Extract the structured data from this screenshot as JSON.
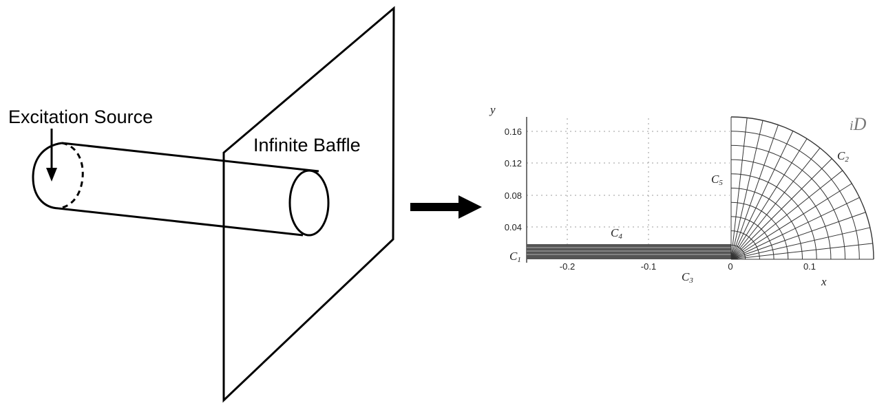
{
  "left_figure": {
    "source_label": "Excitation Source",
    "baffle_label": "Infinite Baffle"
  },
  "right_figure": {
    "y_axis_label": "y",
    "x_axis_label": "x",
    "y_ticks": [
      "0.16",
      "0.12",
      "0.08",
      "0.04"
    ],
    "x_ticks": [
      "-0.2",
      "-0.1",
      "0",
      "0.1"
    ],
    "domain_label": "D",
    "domain_prefix": "i",
    "curve_labels": {
      "c1": {
        "letter": "C",
        "sub": "1"
      },
      "c2": {
        "letter": "C",
        "sub": "2"
      },
      "c3": {
        "letter": "C",
        "sub": "3"
      },
      "c4": {
        "letter": "C",
        "sub": "4"
      },
      "c5": {
        "letter": "C",
        "sub": "5"
      }
    }
  }
}
